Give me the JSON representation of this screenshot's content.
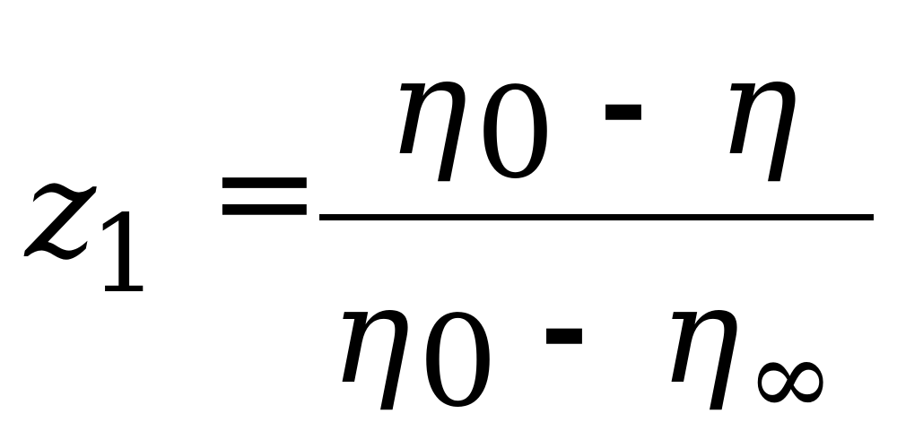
{
  "equation": {
    "lhs": {
      "variable": "z",
      "subscript": "1"
    },
    "relation": "=",
    "fraction": {
      "numerator": {
        "term1": "η",
        "term1_subscript": "0",
        "operator": "-",
        "term2": "η"
      },
      "denominator": {
        "term1": "η",
        "term1_subscript": "0",
        "operator": "-",
        "term2": "η",
        "term2_subscript": "∞"
      }
    }
  }
}
